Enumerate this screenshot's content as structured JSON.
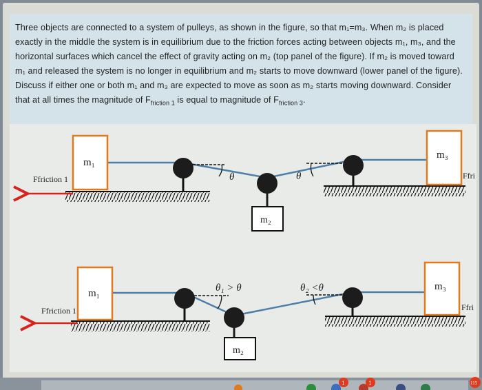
{
  "question": {
    "intro": "Three objects are connected to a system of pulleys, as shown in the figure, so that ",
    "line1": "m₁=m₃. When m₂ is placed exactly in the middle the system is in equilibrium due to the friction forces acting between objects m₁, m₃, and the horizontal surfaces which cancel the effect of gravity acting on m₂ (top panel of the figure). If m₂ is moved toward m₁ and released the system is no longer in equilibrium and m₂ starts to move downward (lower panel of the figure). Discuss if either one or both m₁ and m₃ are expected to move as soon as m₂ starts moving downward. Consider that at all times the magnitude of ",
    "f1": "F",
    "f1_sub": "friction 1",
    "mid": " is equal to magnitude of ",
    "f3": "F",
    "f3_sub": "friction 3",
    "end": "."
  },
  "figure": {
    "top": {
      "m1": "m₁",
      "m2": "m₂",
      "m3": "m₃",
      "theta_left": "θ",
      "theta_right": "θ",
      "friction_left": "Ffriction 1",
      "friction_right": "Ffri"
    },
    "bottom": {
      "m1": "m₁",
      "m2": "m₂",
      "m3": "m₃",
      "theta_left": "θ₁ > θ",
      "theta_right": "θ₂ <θ",
      "friction_left": "Ffriction 1",
      "friction_right": "Ffri"
    }
  },
  "taskbar": {
    "badge_a": "1",
    "badge_b": "1",
    "badge_c": "115"
  },
  "colors": {
    "rope": "#4d7fa8",
    "block": "#e07a1e",
    "arrow": "#d6241c",
    "pulley": "#1c1c1c",
    "badge": "#e03a1f"
  }
}
